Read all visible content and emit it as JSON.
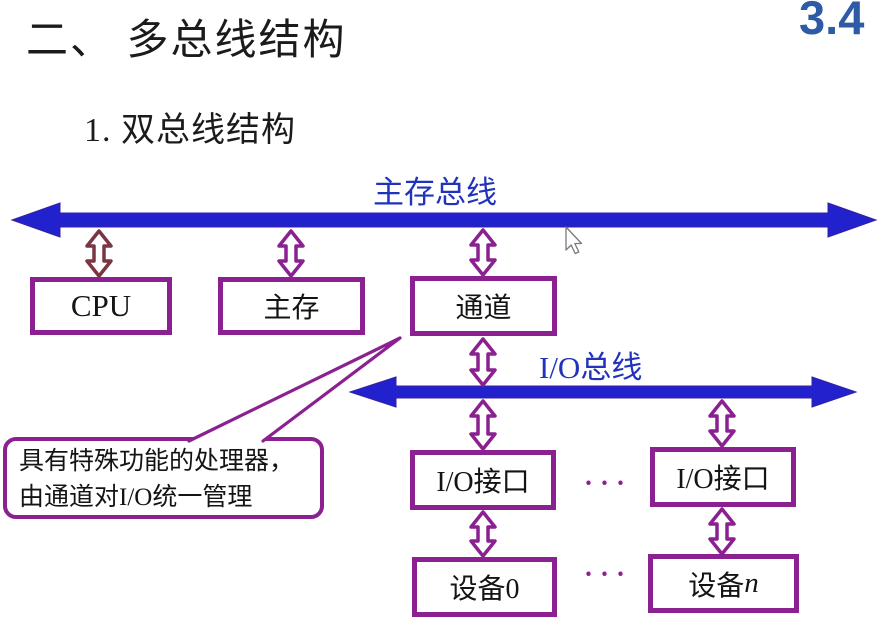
{
  "header": {
    "title": "二、 多总线结构",
    "corner_number": "3.4",
    "subtitle": "1. 双总线结构"
  },
  "diagram": {
    "main_bus_label": "主存总线",
    "io_bus_label": "I/O总线",
    "boxes": {
      "cpu": "CPU",
      "main_memory": "主存",
      "channel": "通道",
      "io_interface_left": "I/O接口",
      "io_interface_right": "I/O接口",
      "device_zero": "设备0",
      "device_n_prefix": "设备",
      "device_n_var": "n"
    },
    "ellipsis_interfaces": "···",
    "ellipsis_devices": "···",
    "callout": {
      "line1": "具有特殊功能的处理器，",
      "line2": "由通道对I/O统一管理"
    },
    "colors": {
      "bus_blue": "#2121cd",
      "bus_label_blue": "#2233bb",
      "box_border_purple": "#8b2191",
      "cpu_arrow_maroon": "#7a3642",
      "corner_number_blue": "#2d5ba6"
    }
  },
  "cursor": {
    "type": "arrow-pointer"
  }
}
